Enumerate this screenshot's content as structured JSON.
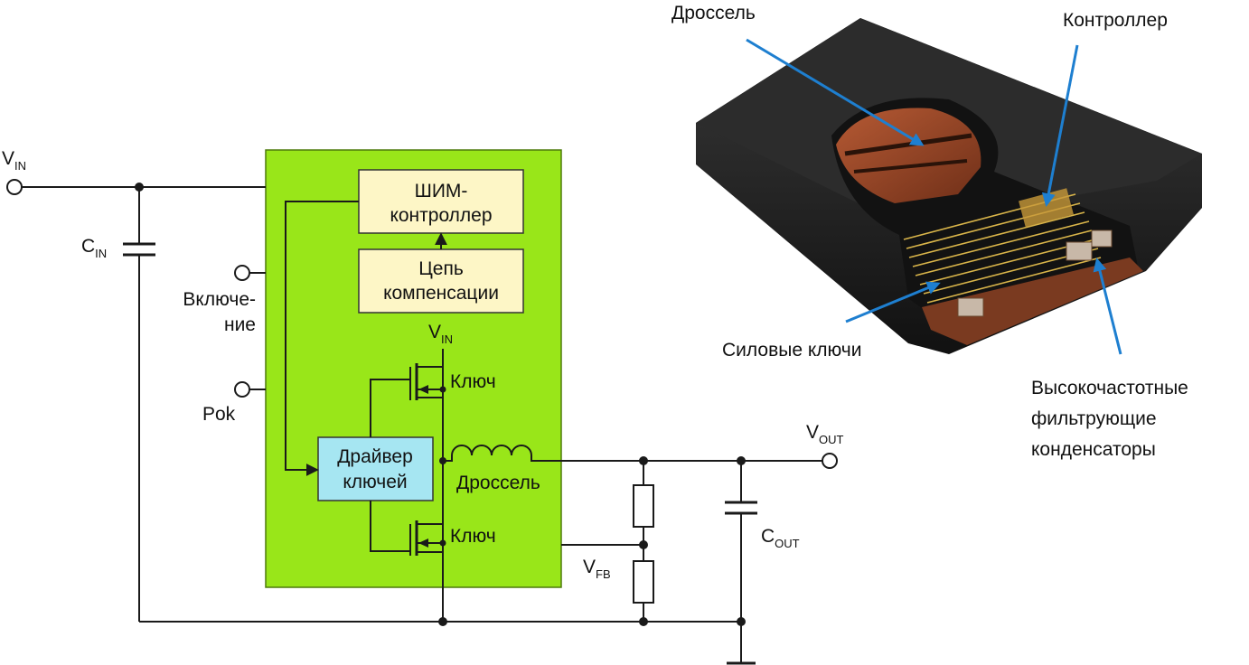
{
  "schematic": {
    "vin": {
      "main": "V",
      "sub": "IN"
    },
    "cin": {
      "main": "C",
      "sub": "IN"
    },
    "enable_line1": "Включе-",
    "enable_line2": "ние",
    "pok": "Pok",
    "pwm_line1": "ШИМ-",
    "pwm_line2": "контроллер",
    "comp_line1": "Цепь",
    "comp_line2": "компенсации",
    "vin_inner": {
      "main": "V",
      "sub": "IN"
    },
    "switch_top": "Ключ",
    "switch_bottom": "Ключ",
    "driver_line1": "Драйвер",
    "driver_line2": "ключей",
    "inductor": "Дроссель",
    "vout": {
      "main": "V",
      "sub": "OUT"
    },
    "vfb": {
      "main": "V",
      "sub": "FB"
    },
    "cout": {
      "main": "C",
      "sub": "OUT"
    }
  },
  "module_picture": {
    "inductor_label": "Дроссель",
    "controller_label": "Контроллер",
    "power_switches_label": "Силовые ключи",
    "caps_line1": "Высокочастотные",
    "caps_line2": "фильтрующие",
    "caps_line3": "конденсаторы"
  },
  "colors": {
    "module_block": "#99e619",
    "controller_block": "#fdf6c6",
    "driver_block": "#a6e6f2",
    "callout_arrow": "#1e7fd0",
    "package_body": "#1c1c1c",
    "copper": "#9b4a2a"
  }
}
